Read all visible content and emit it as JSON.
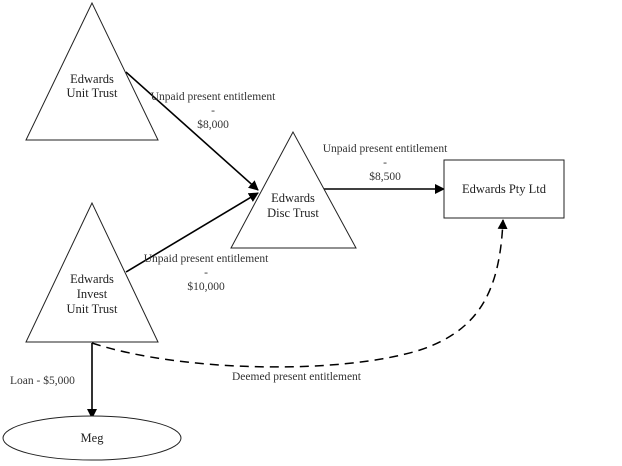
{
  "diagram": {
    "nodes": [
      {
        "id": "edwards-unit-trust",
        "shape": "triangle",
        "lines": [
          "Edwards",
          "Unit Trust"
        ]
      },
      {
        "id": "edwards-invest-unit-trust",
        "shape": "triangle",
        "lines": [
          "Edwards",
          "Invest",
          "Unit Trust"
        ]
      },
      {
        "id": "edwards-disc-trust",
        "shape": "triangle",
        "lines": [
          "Edwards",
          "Disc Trust"
        ]
      },
      {
        "id": "edwards-pty-ltd",
        "shape": "rectangle",
        "lines": [
          "Edwards Pty Ltd"
        ]
      },
      {
        "id": "meg",
        "shape": "ellipse",
        "lines": [
          "Meg"
        ]
      }
    ],
    "edges": [
      {
        "from": "edwards-unit-trust",
        "to": "edwards-disc-trust",
        "style": "solid",
        "label_lines": [
          "Unpaid present entitlement",
          "-",
          "$8,000"
        ]
      },
      {
        "from": "edwards-invest-unit-trust",
        "to": "edwards-disc-trust",
        "style": "solid",
        "label_lines": [
          "Unpaid present entitlement",
          "-",
          "$10,000"
        ]
      },
      {
        "from": "edwards-disc-trust",
        "to": "edwards-pty-ltd",
        "style": "solid",
        "label_lines": [
          "Unpaid present entitlement",
          "-",
          "$8,500"
        ]
      },
      {
        "from": "edwards-invest-unit-trust",
        "to": "meg",
        "style": "solid",
        "label_lines": [
          "Loan - $5,000"
        ]
      },
      {
        "from": "edwards-invest-unit-trust",
        "to": "edwards-pty-ltd",
        "style": "dashed",
        "label_lines": [
          "Deemed present entitlement"
        ]
      }
    ]
  }
}
